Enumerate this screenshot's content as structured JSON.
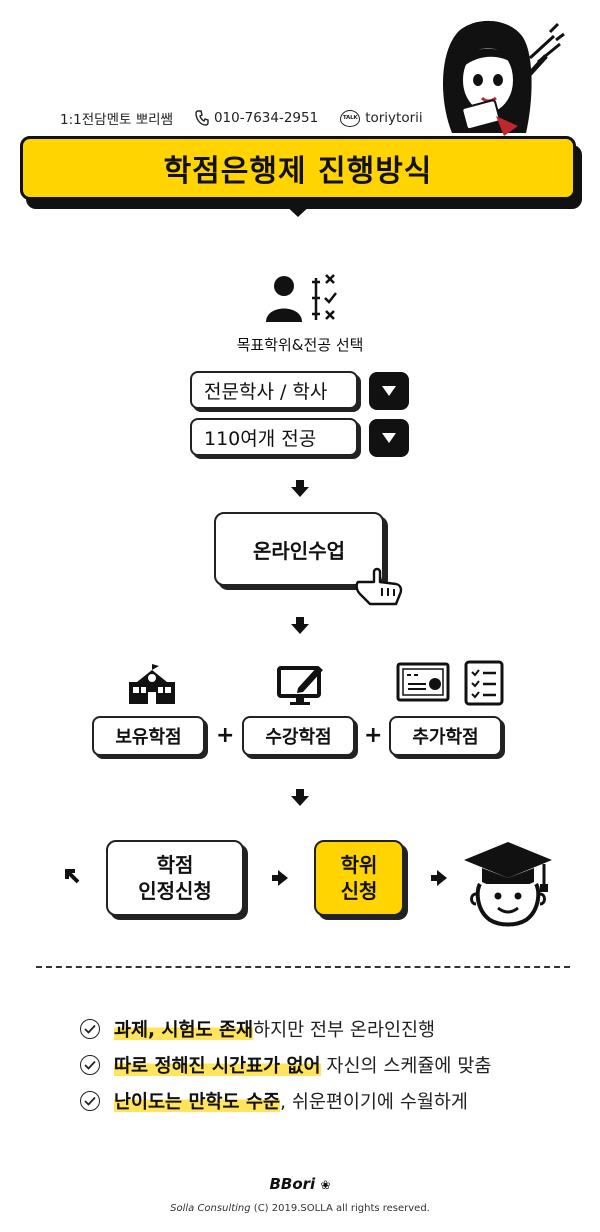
{
  "header": {
    "mentor_label": "1:1전담멘토 뽀리쌤",
    "phone": "010-7634-2951",
    "kakao_badge": "TALK",
    "kakao_id": "toriytorii"
  },
  "banner": {
    "title": "학점은행제 진행방식"
  },
  "goal": {
    "label": "목표학위&전공 선택",
    "select1": "전문학사 / 학사",
    "select2": "110여개 전공"
  },
  "online": {
    "label": "온라인수업"
  },
  "credits": {
    "item1": "보유학점",
    "item2": "수강학점",
    "item3": "추가학점",
    "plus": "+"
  },
  "flow": {
    "recog_line1": "학점",
    "recog_line2": "인정신청",
    "degree_line1": "학위",
    "degree_line2": "신청"
  },
  "bullets": [
    {
      "highlight": "과제, 시험도 존재",
      "rest": "하지만 전부 온라인진행"
    },
    {
      "highlight": "따로 정해진 시간표가 없어",
      "rest": " 자신의 스케쥴에 맞춤"
    },
    {
      "highlight": "난이도는 만학도 수준",
      "rest": ", 쉬운편이기에 수월하게"
    }
  ],
  "footer": {
    "logo": "BBori",
    "brand": "Solla Consulting",
    "copyright": "(C) 2019.SOLLA all rights reserved."
  },
  "colors": {
    "accent_yellow": "#FFD400",
    "highlight_yellow": "#FFE45C",
    "ink": "#111111"
  }
}
